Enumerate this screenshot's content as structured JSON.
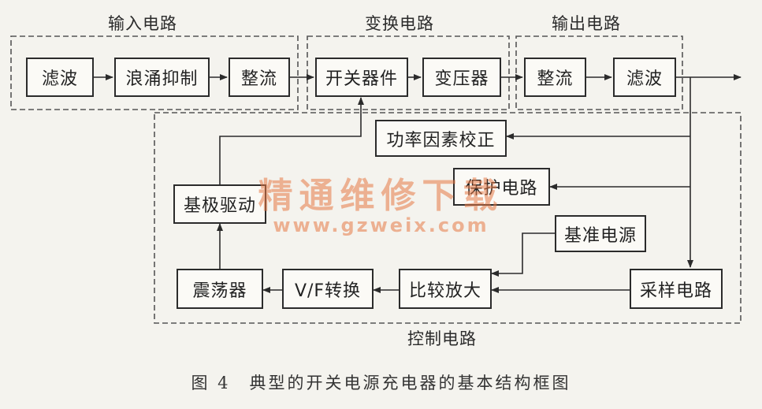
{
  "groups": {
    "input": "输入电路",
    "convert": "变换电路",
    "output": "输出电路",
    "control": "控制电路"
  },
  "blocks": {
    "input_filter": "滤波",
    "surge_suppress": "浪涌抑制",
    "input_rectify": "整流",
    "switch_device": "开关器件",
    "transformer": "变压器",
    "output_rectify": "整流",
    "output_filter": "滤波",
    "pfc": "功率因素校正",
    "protection": "保护电路",
    "base_drive": "基极驱动",
    "reference": "基准电源",
    "oscillator": "震荡器",
    "vf_convert": "V/F转换",
    "comparator": "比较放大",
    "sampling": "采样电路"
  },
  "caption": "图 4　典型的开关电源充电器的基本结构框图",
  "watermark": {
    "text": "精通维修下载",
    "url": "www.gzweix.com"
  }
}
